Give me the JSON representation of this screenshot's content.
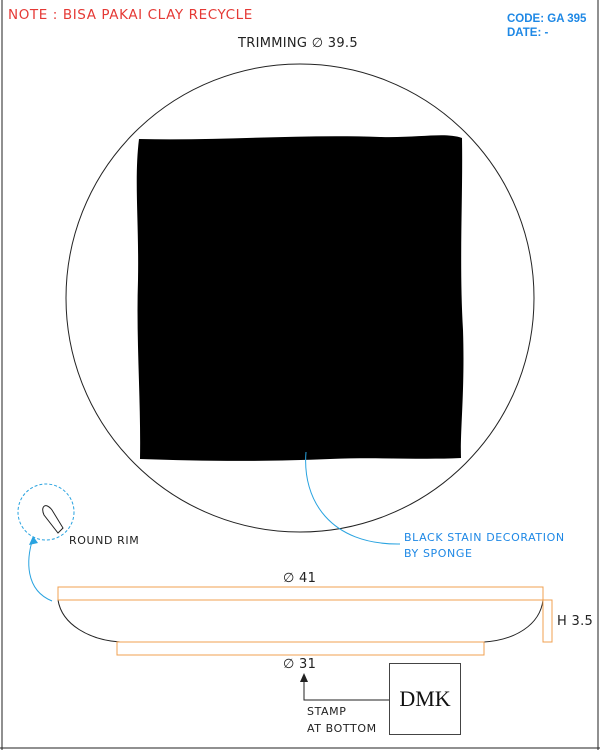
{
  "note": "NOTE : BISA PAKAI CLAY RECYCLE",
  "code": "CODE: GA 395",
  "date": "DATE: -",
  "trimming": "TRIMMING ∅ 39.5",
  "diameter_top": "∅ 41",
  "height": "H 3.5",
  "diameter_bottom": "∅ 31",
  "round_rim": "ROUND RIM",
  "decoration_line1": "BLACK STAIN DECORATION",
  "decoration_line2": "BY SPONGE",
  "stamp_line1": "STAMP",
  "stamp_line2": "AT BOTTOM",
  "stamp_text": "DMK",
  "colors": {
    "note": "#e53935",
    "code": "#1e88e5",
    "leader": "#29a3e0",
    "dimension_box": "#f0a050",
    "stain": "#000000"
  }
}
